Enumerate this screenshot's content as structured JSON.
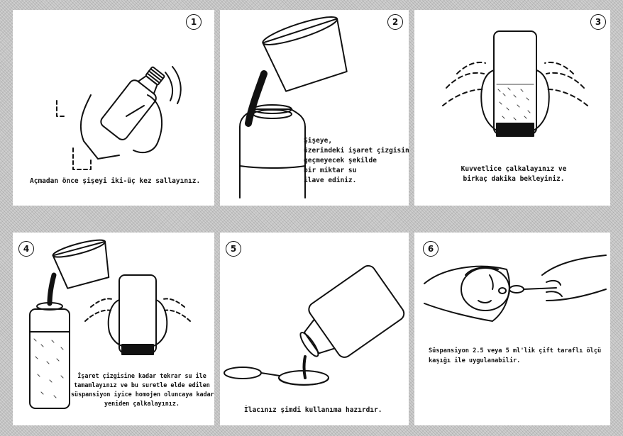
{
  "steps": [
    {
      "number": "1",
      "caption_lines": [
        "Açmadan önce şişeyi iki-üç kez sallayınız."
      ]
    },
    {
      "number": "2",
      "caption_lines": [
        "Şişeye,",
        "üzerindeki işaret çizgisini",
        "geçmeyecek şekilde",
        "bir miktar su",
        "ilave ediniz."
      ]
    },
    {
      "number": "3",
      "caption_lines": [
        "Kuvvetlice çalkalayınız ve",
        "birkaç dakika bekleyiniz."
      ]
    },
    {
      "number": "4",
      "caption_lines": [
        "İşaret çizgisine kadar tekrar su ile",
        "tamamlayınız ve bu suretle elde edilen",
        "süspansiyon iyice homojen oluncaya kadar",
        "yeniden çalkalayınız."
      ]
    },
    {
      "number": "5",
      "caption_lines": [
        "İlacınız şimdi kullanıma hazırdır."
      ]
    },
    {
      "number": "6",
      "caption_lines": [
        "Süspansiyon 2.5 veya 5 ml'lik çift taraflı ölçü",
        "kaşığı ile uygulanabilir."
      ]
    }
  ],
  "colors": {
    "ink": "#111111",
    "paper": "#ffffff",
    "noise": "#cfcfcf"
  },
  "icons": [
    "shaking-bottle-icon",
    "pouring-water-icon",
    "shaking-hands-icon",
    "refill-and-shake-icon",
    "pouring-into-spoon-icon",
    "feeding-baby-icon"
  ]
}
